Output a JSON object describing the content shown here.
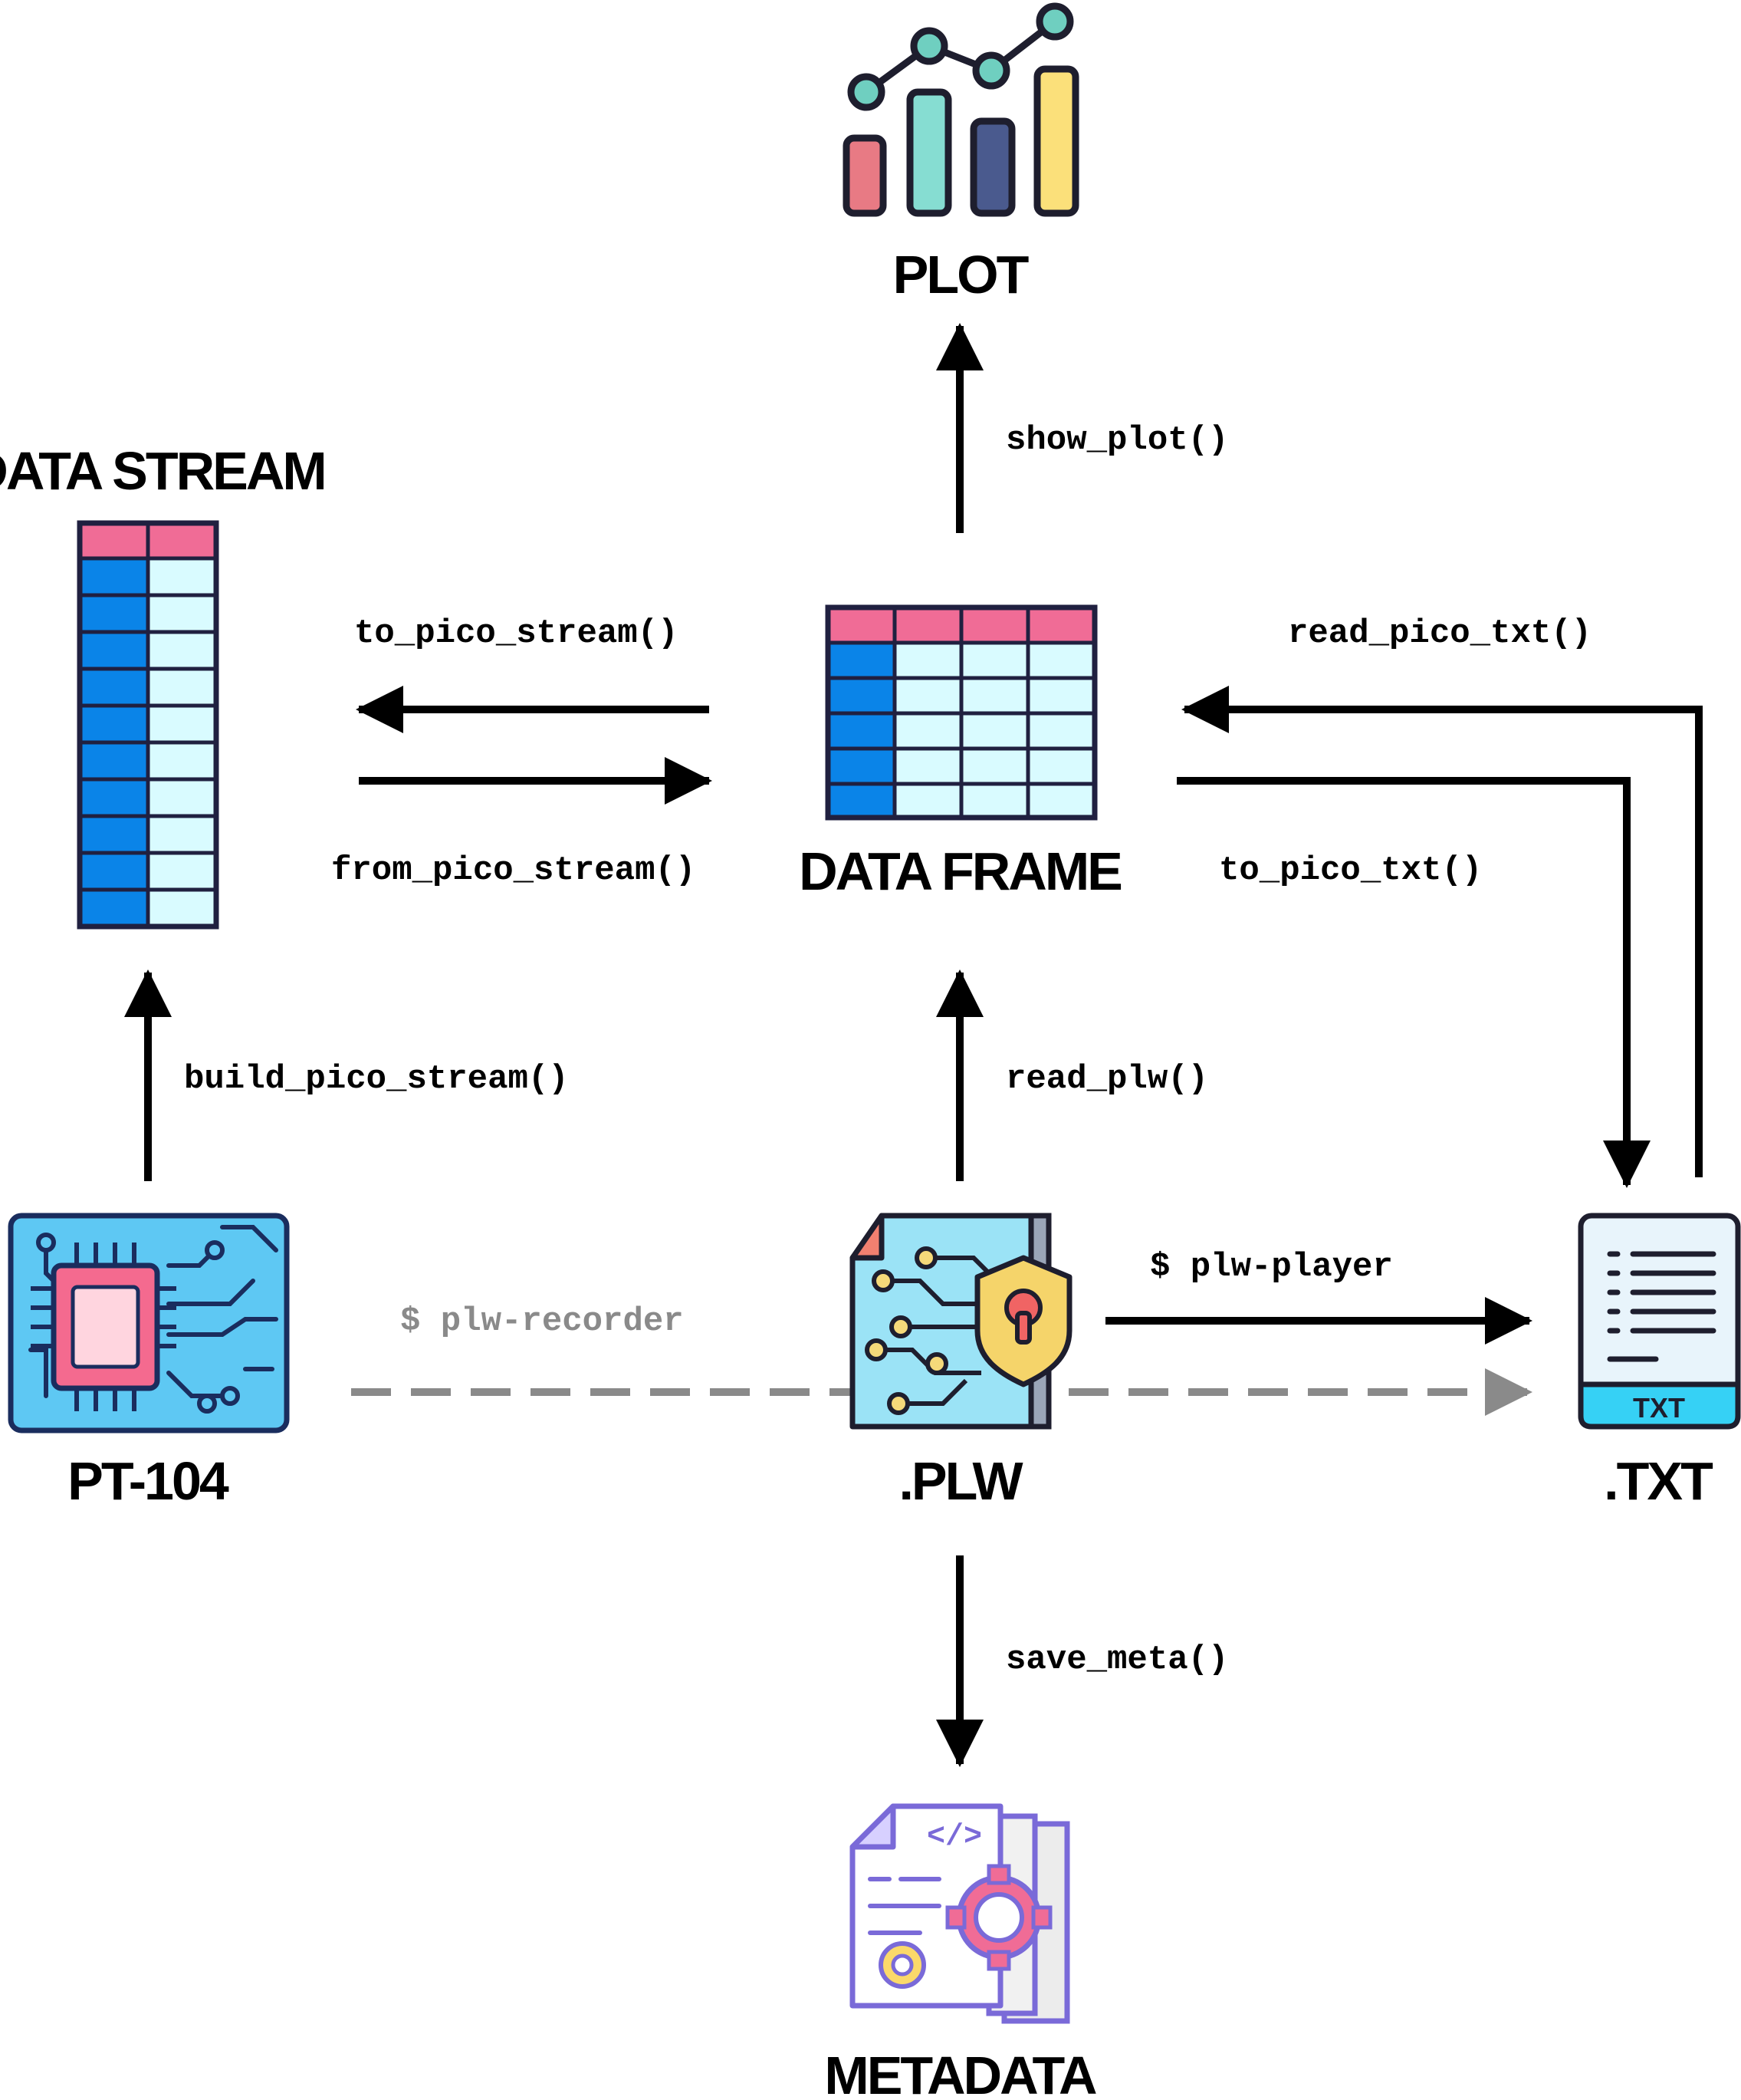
{
  "nodes": {
    "plot": {
      "label": "PLOT"
    },
    "data_stream": {
      "label": "DATA STREAM"
    },
    "data_frame": {
      "label": "DATA FRAME"
    },
    "pt104": {
      "label": "PT-104"
    },
    "plw": {
      "label": ".PLW"
    },
    "txt": {
      "label": ".TXT",
      "badge": "TXT"
    },
    "metadata": {
      "label": "METADATA"
    }
  },
  "edges": {
    "show_plot": "show_plot()",
    "to_pico_stream": "to_pico_stream()",
    "from_pico_stream": "from_pico_stream()",
    "read_pico_txt": "read_pico_txt()",
    "to_pico_txt": "to_pico_txt()",
    "build_pico_stream": "build_pico_stream()",
    "read_plw": "read_plw()",
    "plw_player": "$ plw-player",
    "plw_recorder": "$ plw-recorder",
    "save_meta": "save_meta()"
  },
  "colors": {
    "pink": "#f06c96",
    "blue": "#0a84e8",
    "cyan": "#d9fbff",
    "outline": "#202040",
    "dashed_gray": "#8a8a8a",
    "bar_red": "#e87a84",
    "bar_teal": "#86ddd2",
    "bar_navy": "#4a5a8e",
    "bar_yellow": "#fbe07a"
  }
}
